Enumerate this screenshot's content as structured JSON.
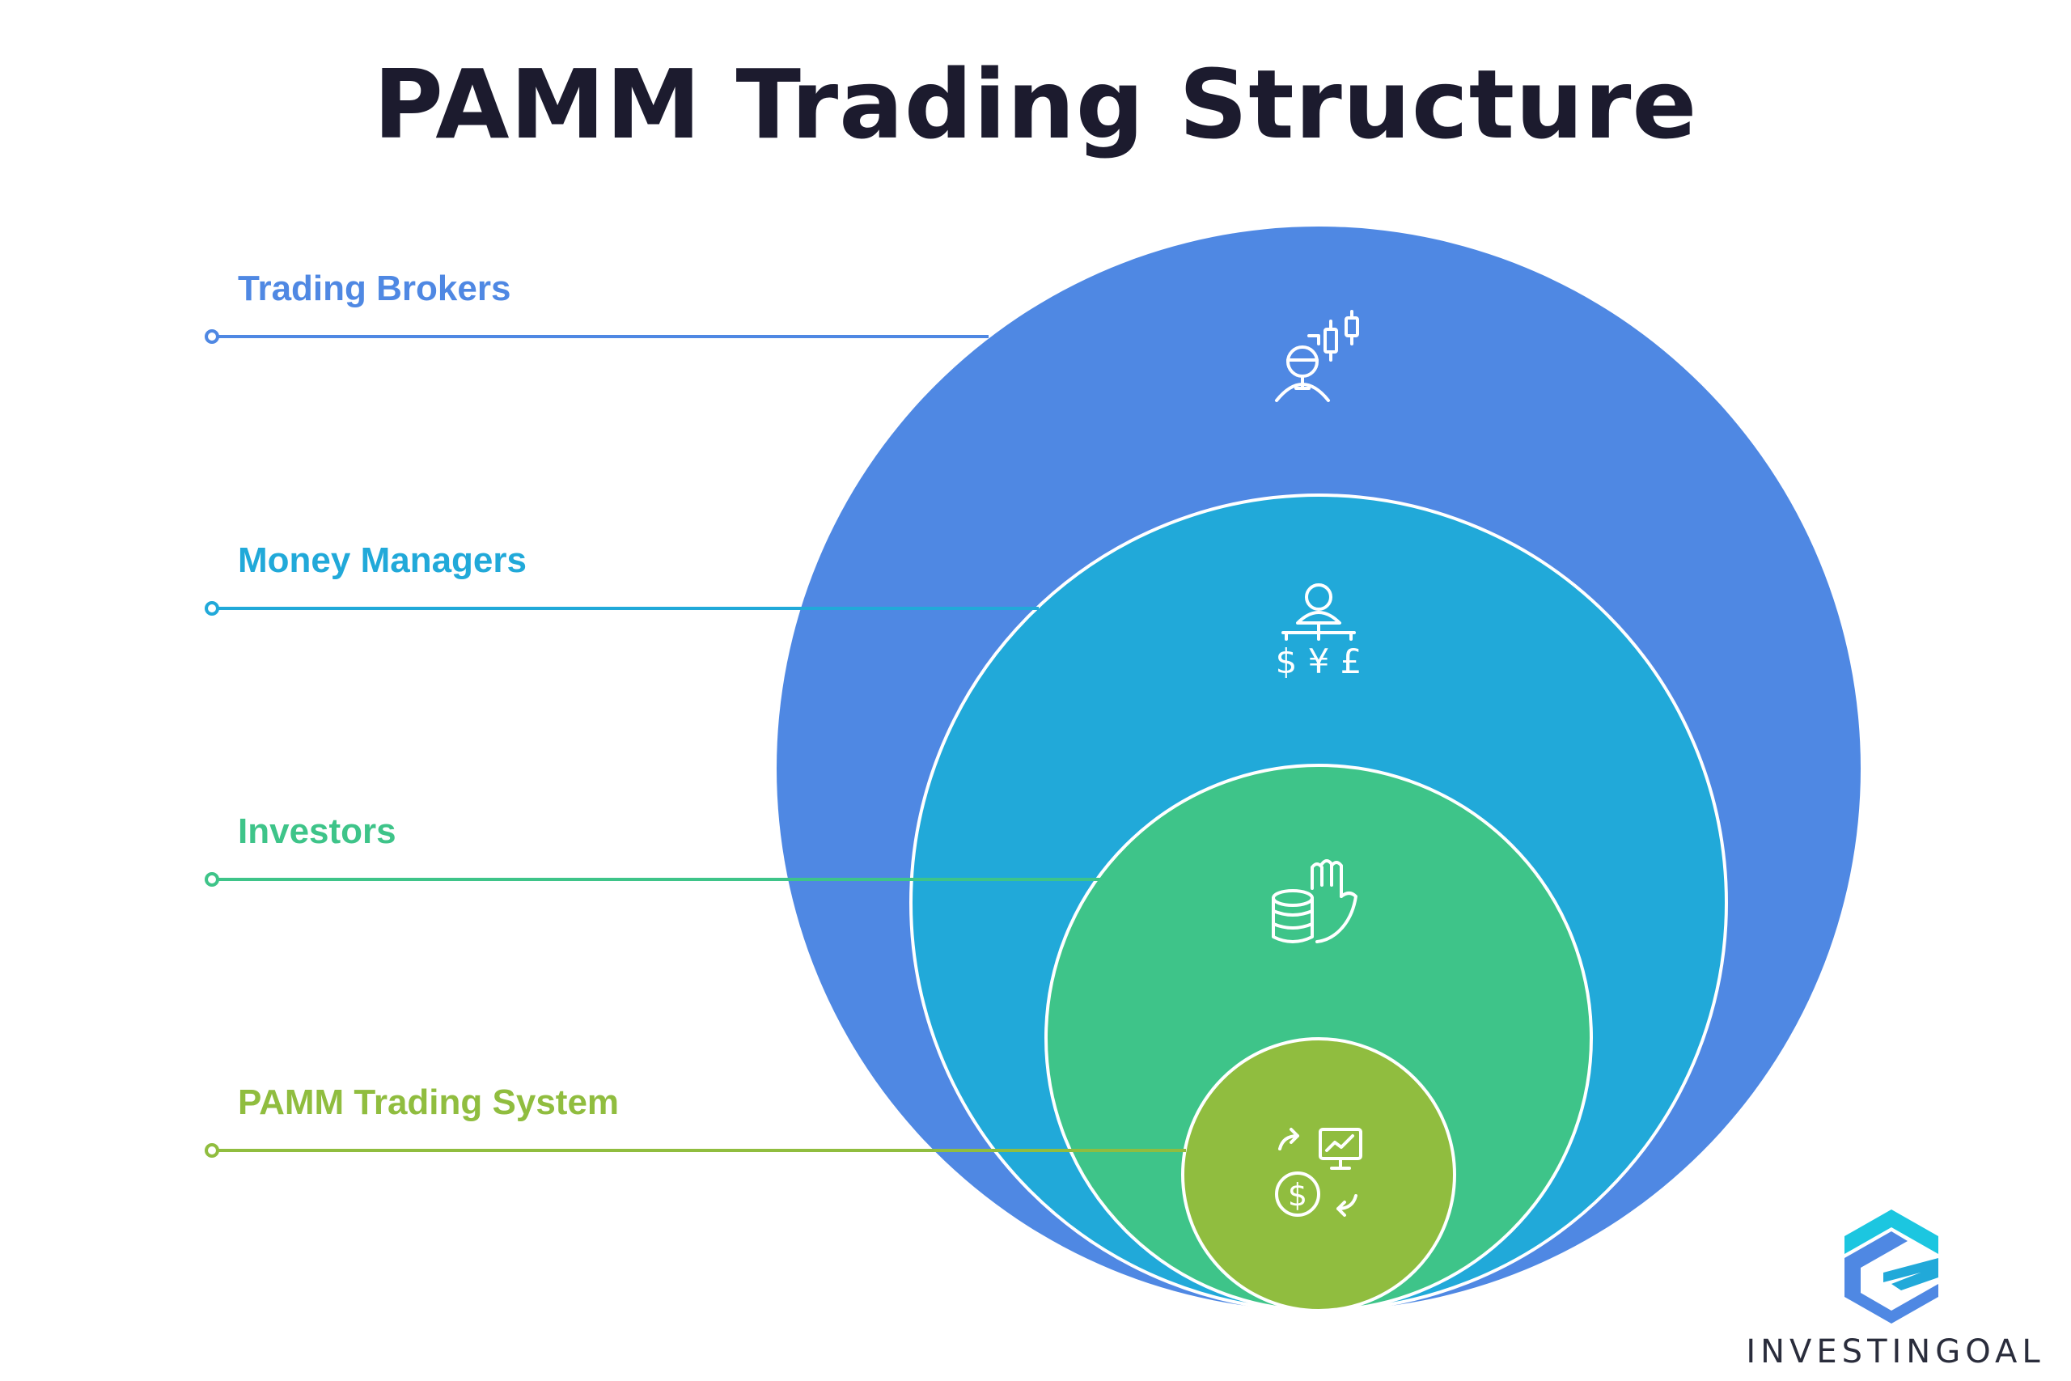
{
  "title": "PAMM Trading Structure",
  "layers": [
    {
      "label": "Trading Brokers",
      "color": "#4f88e3",
      "icon": "trader-candlestick-icon"
    },
    {
      "label": "Money Managers",
      "color": "#21a9d9",
      "icon": "manager-currency-icon"
    },
    {
      "label": "Investors",
      "color": "#3ec489",
      "icon": "hand-coins-icon"
    },
    {
      "label": "PAMM Trading System",
      "color": "#90bd3f",
      "icon": "money-exchange-chart-icon"
    }
  ],
  "brand": {
    "name": "INVESTINGOAL",
    "colors": [
      "#4f88e3",
      "#21a9d9",
      "#1cc6e0"
    ]
  }
}
